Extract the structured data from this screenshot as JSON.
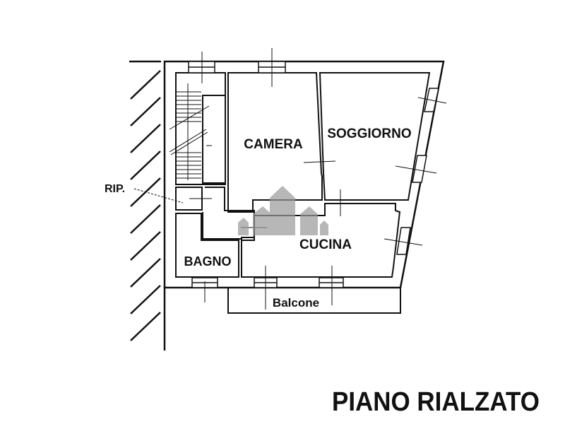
{
  "plan": {
    "title": "PIANO RIALZATO",
    "rooms": {
      "camera": "CAMERA",
      "soggiorno": "SOGGIORNO",
      "cucina": "CUCINA",
      "bagno": "BAGNO",
      "balcone": "Balcone",
      "rip": "RIP."
    },
    "colors": {
      "line": "#111111",
      "watermark": "#9a9a9a"
    }
  }
}
